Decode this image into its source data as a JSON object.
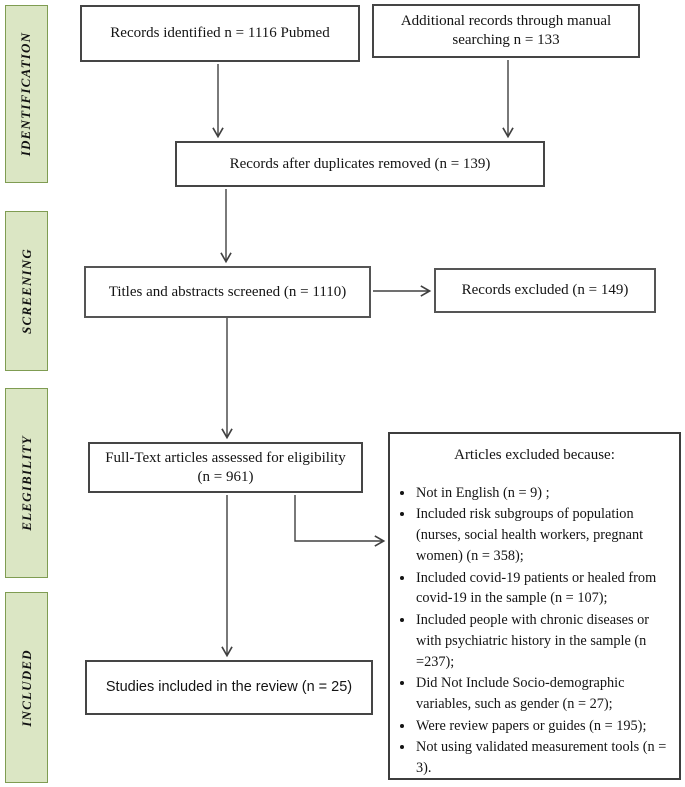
{
  "stages": [
    {
      "label": "IDENTIFICATION"
    },
    {
      "label": "SCREENING"
    },
    {
      "label": "ELEGIBILITY"
    },
    {
      "label": "INCLUDED"
    }
  ],
  "boxes": {
    "records_identified": "Records identified n = 1116  Pubmed",
    "additional_records": "Additional records through manual searching n = 133",
    "duplicates_removed": "Records after duplicates removed (n = 139)",
    "titles_screened": "Titles and abstracts screened (n = 1110)",
    "records_excluded": "Records excluded (n = 149)",
    "fulltext_assessed": "Full-Text articles assessed for eligibility (n = 961)",
    "studies_included": "Studies included in the review (n = 25)"
  },
  "excluded": {
    "title": "Articles excluded because:",
    "items": [
      "Not in English (n = 9) ;",
      "Included risk subgroups of population (nurses, social health workers, pregnant women) (n = 358);",
      "Included covid-19 patients or healed from covid-19 in the sample (n = 107);",
      "Included people with chronic diseases or with psychiatric history in the sample (n =237);",
      "Did Not Include Socio-demographic variables, such as gender (n = 27);",
      "Were review papers or guides (n = 195);",
      "Not using validated measurement tools (n = 3)."
    ]
  },
  "colors": {
    "stage_fill": "#dbe6c4",
    "stage_border": "#7f9c52",
    "box_border": "#454545",
    "arrow": "#404040"
  }
}
